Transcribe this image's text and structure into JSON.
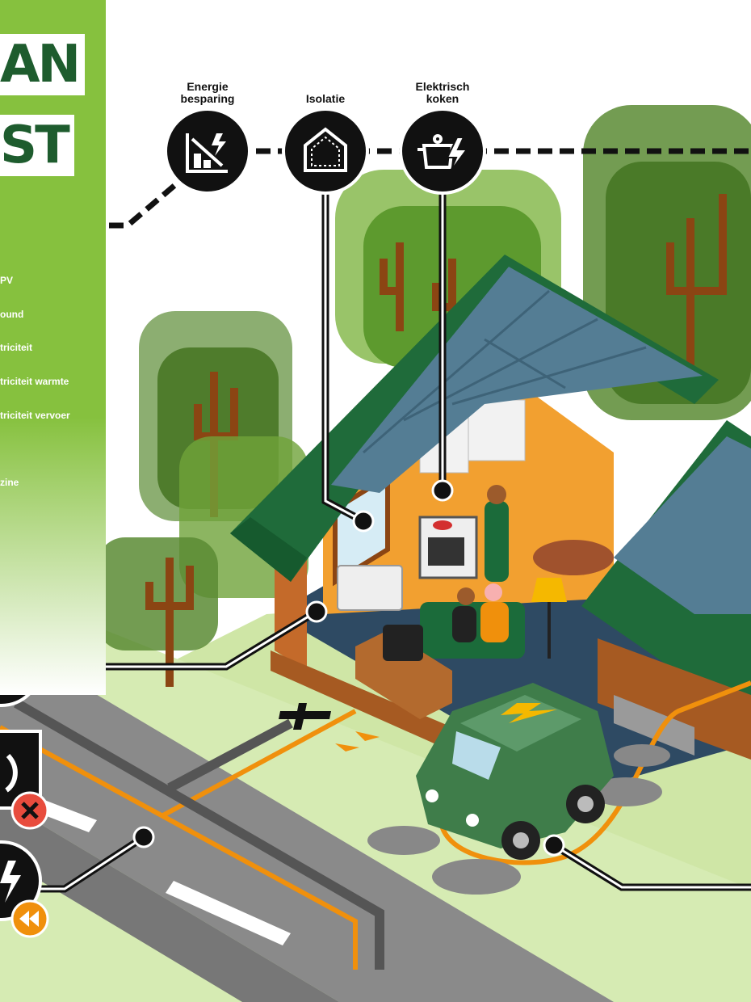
{
  "title": {
    "line1": "AN",
    "line2": "ST"
  },
  "sidebar": {
    "items": [
      {
        "label": "PV"
      },
      {
        "label": "ound"
      },
      {
        "label": "triciteit"
      },
      {
        "label": "triciteit warmte"
      },
      {
        "label": "triciteit vervoer"
      },
      {
        "label": "zine"
      }
    ]
  },
  "categories": [
    {
      "label_line1": "Energie",
      "label_line2": "besparing",
      "icon": "energy-saving-chart-icon"
    },
    {
      "label_line1": "Isolatie",
      "label_line2": "",
      "icon": "insulated-house-icon"
    },
    {
      "label_line1": "Elektrisch",
      "label_line2": "koken",
      "icon": "electric-cooking-pot-icon"
    }
  ],
  "colors": {
    "brand_green": "#86c13e",
    "dark_green": "#1e5c2e",
    "accent_orange": "#f0900c",
    "road_gray": "#7a7a7a",
    "warning_red": "#e84c3d"
  }
}
